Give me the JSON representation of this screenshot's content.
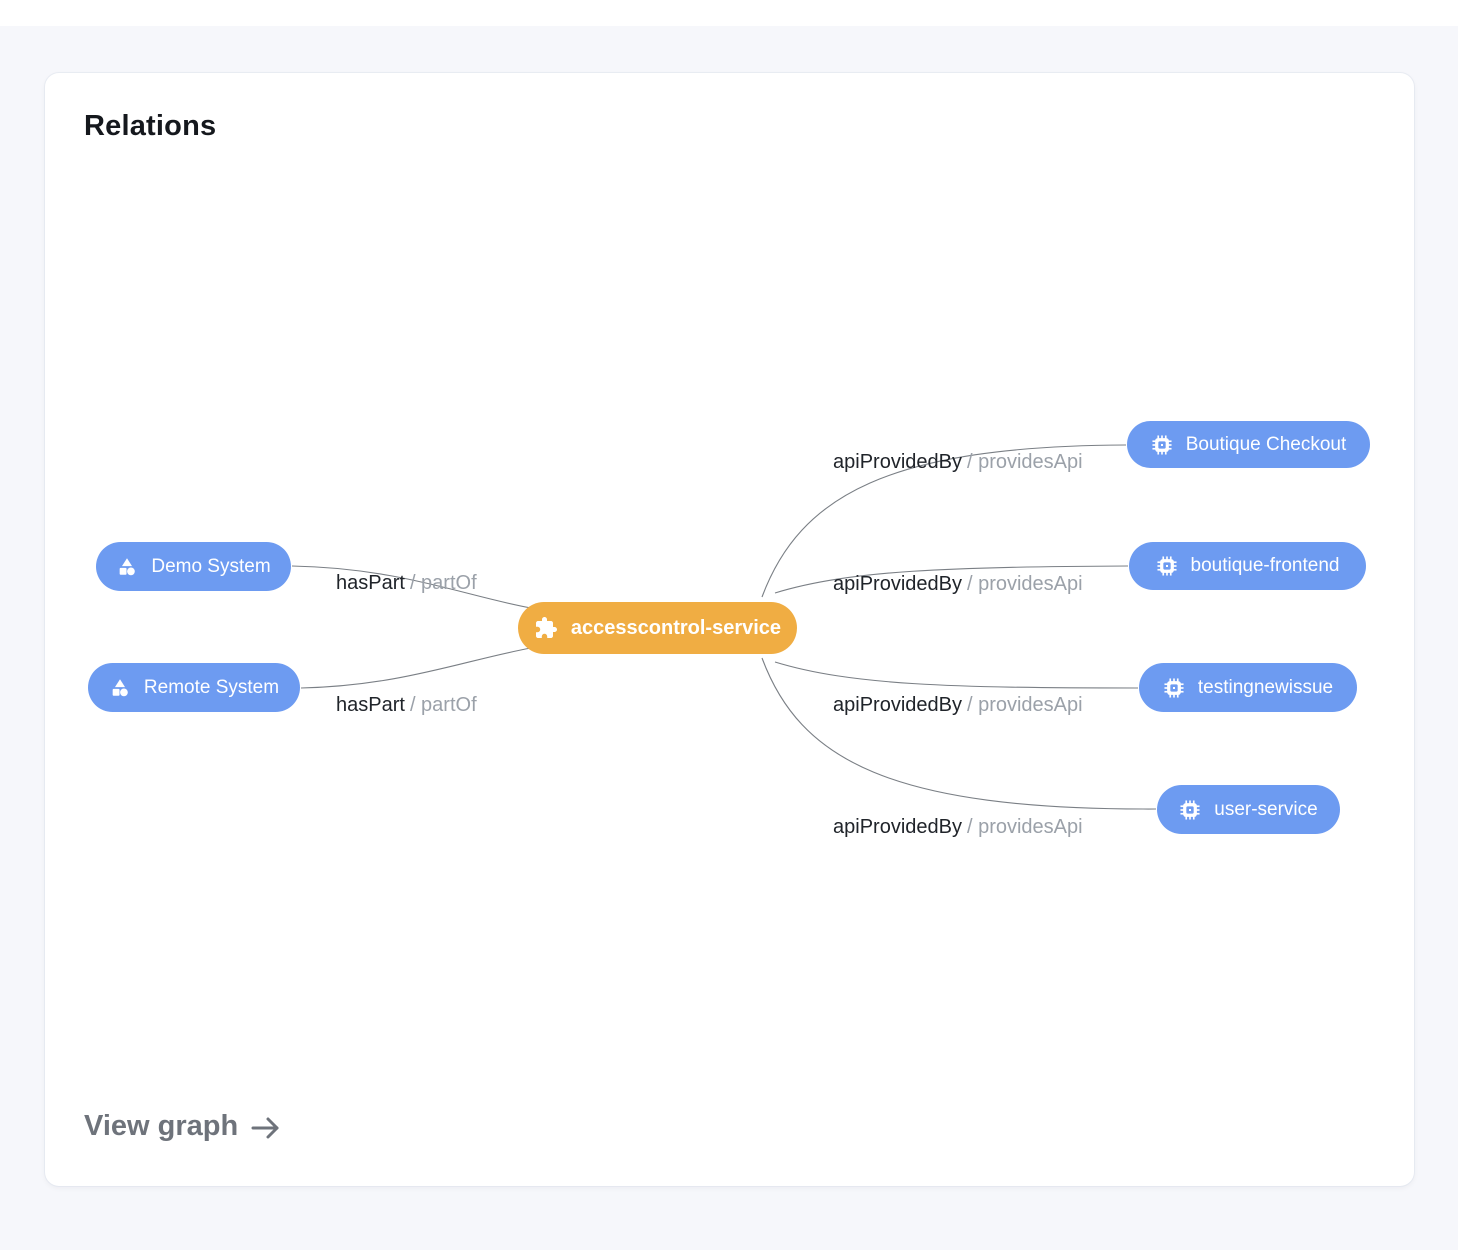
{
  "card": {
    "title": "Relations",
    "footer_link": {
      "label": "View graph",
      "icon": "arrow-right-icon"
    }
  },
  "graph": {
    "center_node": {
      "label": "accesscontrol-service",
      "icon": "puzzle-icon",
      "color": "#f0ad43"
    },
    "left_nodes": [
      {
        "label": "Demo System",
        "icon": "system-shapes-icon",
        "color": "#6d9bf1"
      },
      {
        "label": "Remote System",
        "icon": "system-shapes-icon",
        "color": "#6d9bf1"
      }
    ],
    "right_nodes": [
      {
        "label": "Boutique Checkout",
        "icon": "api-chip-icon",
        "color": "#6d9bf1"
      },
      {
        "label": "boutique-frontend",
        "icon": "api-chip-icon",
        "color": "#6d9bf1"
      },
      {
        "label": "testingnewissue",
        "icon": "api-chip-icon",
        "color": "#6d9bf1"
      },
      {
        "label": "user-service",
        "icon": "api-chip-icon",
        "color": "#6d9bf1"
      }
    ],
    "edges": [
      {
        "from": "Demo System",
        "to": "accesscontrol-service",
        "label_primary": "hasPart",
        "label_secondary": "/ partOf"
      },
      {
        "from": "Remote System",
        "to": "accesscontrol-service",
        "label_primary": "hasPart",
        "label_secondary": "/ partOf"
      },
      {
        "from": "accesscontrol-service",
        "to": "Boutique Checkout",
        "label_primary": "apiProvidedBy",
        "label_secondary": "/ providesApi"
      },
      {
        "from": "accesscontrol-service",
        "to": "boutique-frontend",
        "label_primary": "apiProvidedBy",
        "label_secondary": "/ providesApi"
      },
      {
        "from": "accesscontrol-service",
        "to": "testingnewissue",
        "label_primary": "apiProvidedBy",
        "label_secondary": "/ providesApi"
      },
      {
        "from": "accesscontrol-service",
        "to": "user-service",
        "label_primary": "apiProvidedBy",
        "label_secondary": "/ providesApi"
      }
    ]
  },
  "colors": {
    "node_blue": "#6d9bf1",
    "node_orange": "#f0ad43",
    "edge_line": "#7a7f85",
    "edge_label_primary": "#20242a",
    "edge_label_secondary": "#9ba1a9",
    "page_background": "#f6f7fb",
    "card_background": "#ffffff",
    "title_text": "#15181d",
    "footer_link_text": "#6e737b"
  }
}
